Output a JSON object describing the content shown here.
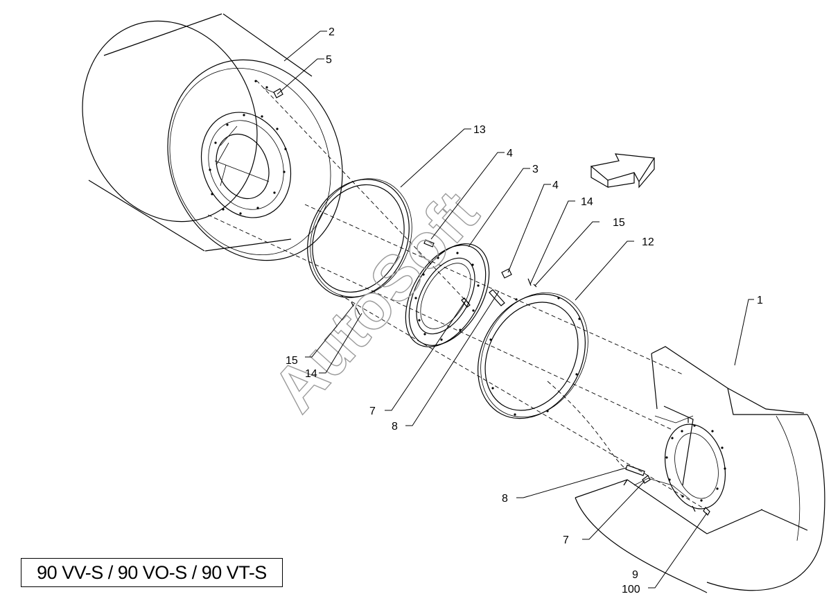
{
  "watermark": "AutoSoft",
  "model_label": "90 VV-S / 90 VO-S / 90 VT-S",
  "callouts": {
    "c2": "2",
    "c5": "5",
    "c13": "13",
    "c4a": "4",
    "c3": "3",
    "c4b": "4",
    "c14a": "14",
    "c15a": "15",
    "c12": "12",
    "c1": "1",
    "c15b": "15",
    "c14b": "14",
    "c7a": "7",
    "c8a": "8",
    "c8b": "8",
    "c7b": "7",
    "c9": "9",
    "c100": "100"
  }
}
